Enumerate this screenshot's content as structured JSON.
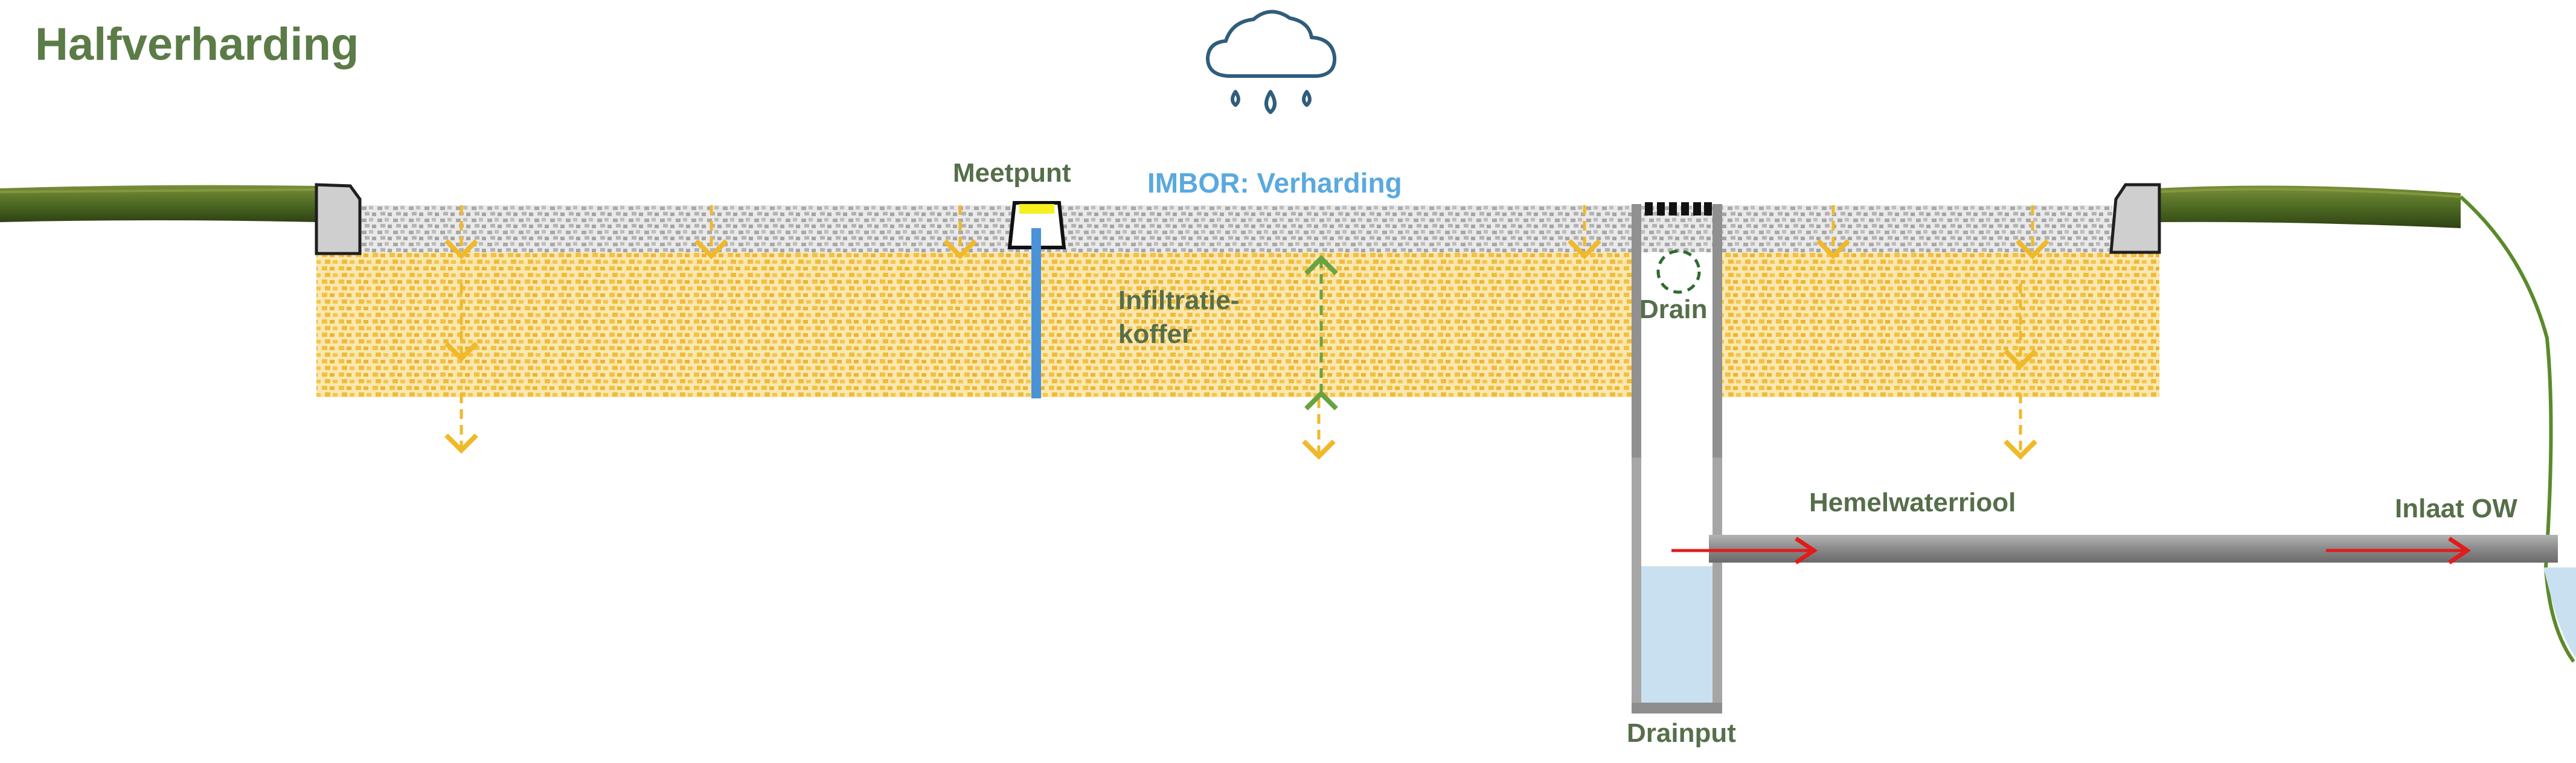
{
  "title": "Halfverharding",
  "labels": {
    "meetpunt": "Meetpunt",
    "imbor": "IMBOR: Verharding",
    "infiltratiekoffer": "Infiltratie-koffer",
    "drain": "Drain",
    "hemelwaterriool": "Hemelwaterriool",
    "inlaat_ow": "Inlaat OW",
    "drainput": "Drainput"
  },
  "colors": {
    "title": "#5b7b47",
    "label_green": "#566e4a",
    "label_blue": "#5aa9de",
    "gravel": "#b9b9b9",
    "sand": "#efbf3c",
    "arrow_yellow": "#f0b92a",
    "arrow_green": "#69a342",
    "arrow_red": "#e21b1b",
    "pipe": "#8d8d8d",
    "water": "#c9e0f0",
    "cloud": "#2f5d7c",
    "grass": "#4e6b22"
  },
  "icons": {
    "cloud": "rain-cloud-icon",
    "grass": "grass-strip",
    "curb": "curb-stone"
  }
}
